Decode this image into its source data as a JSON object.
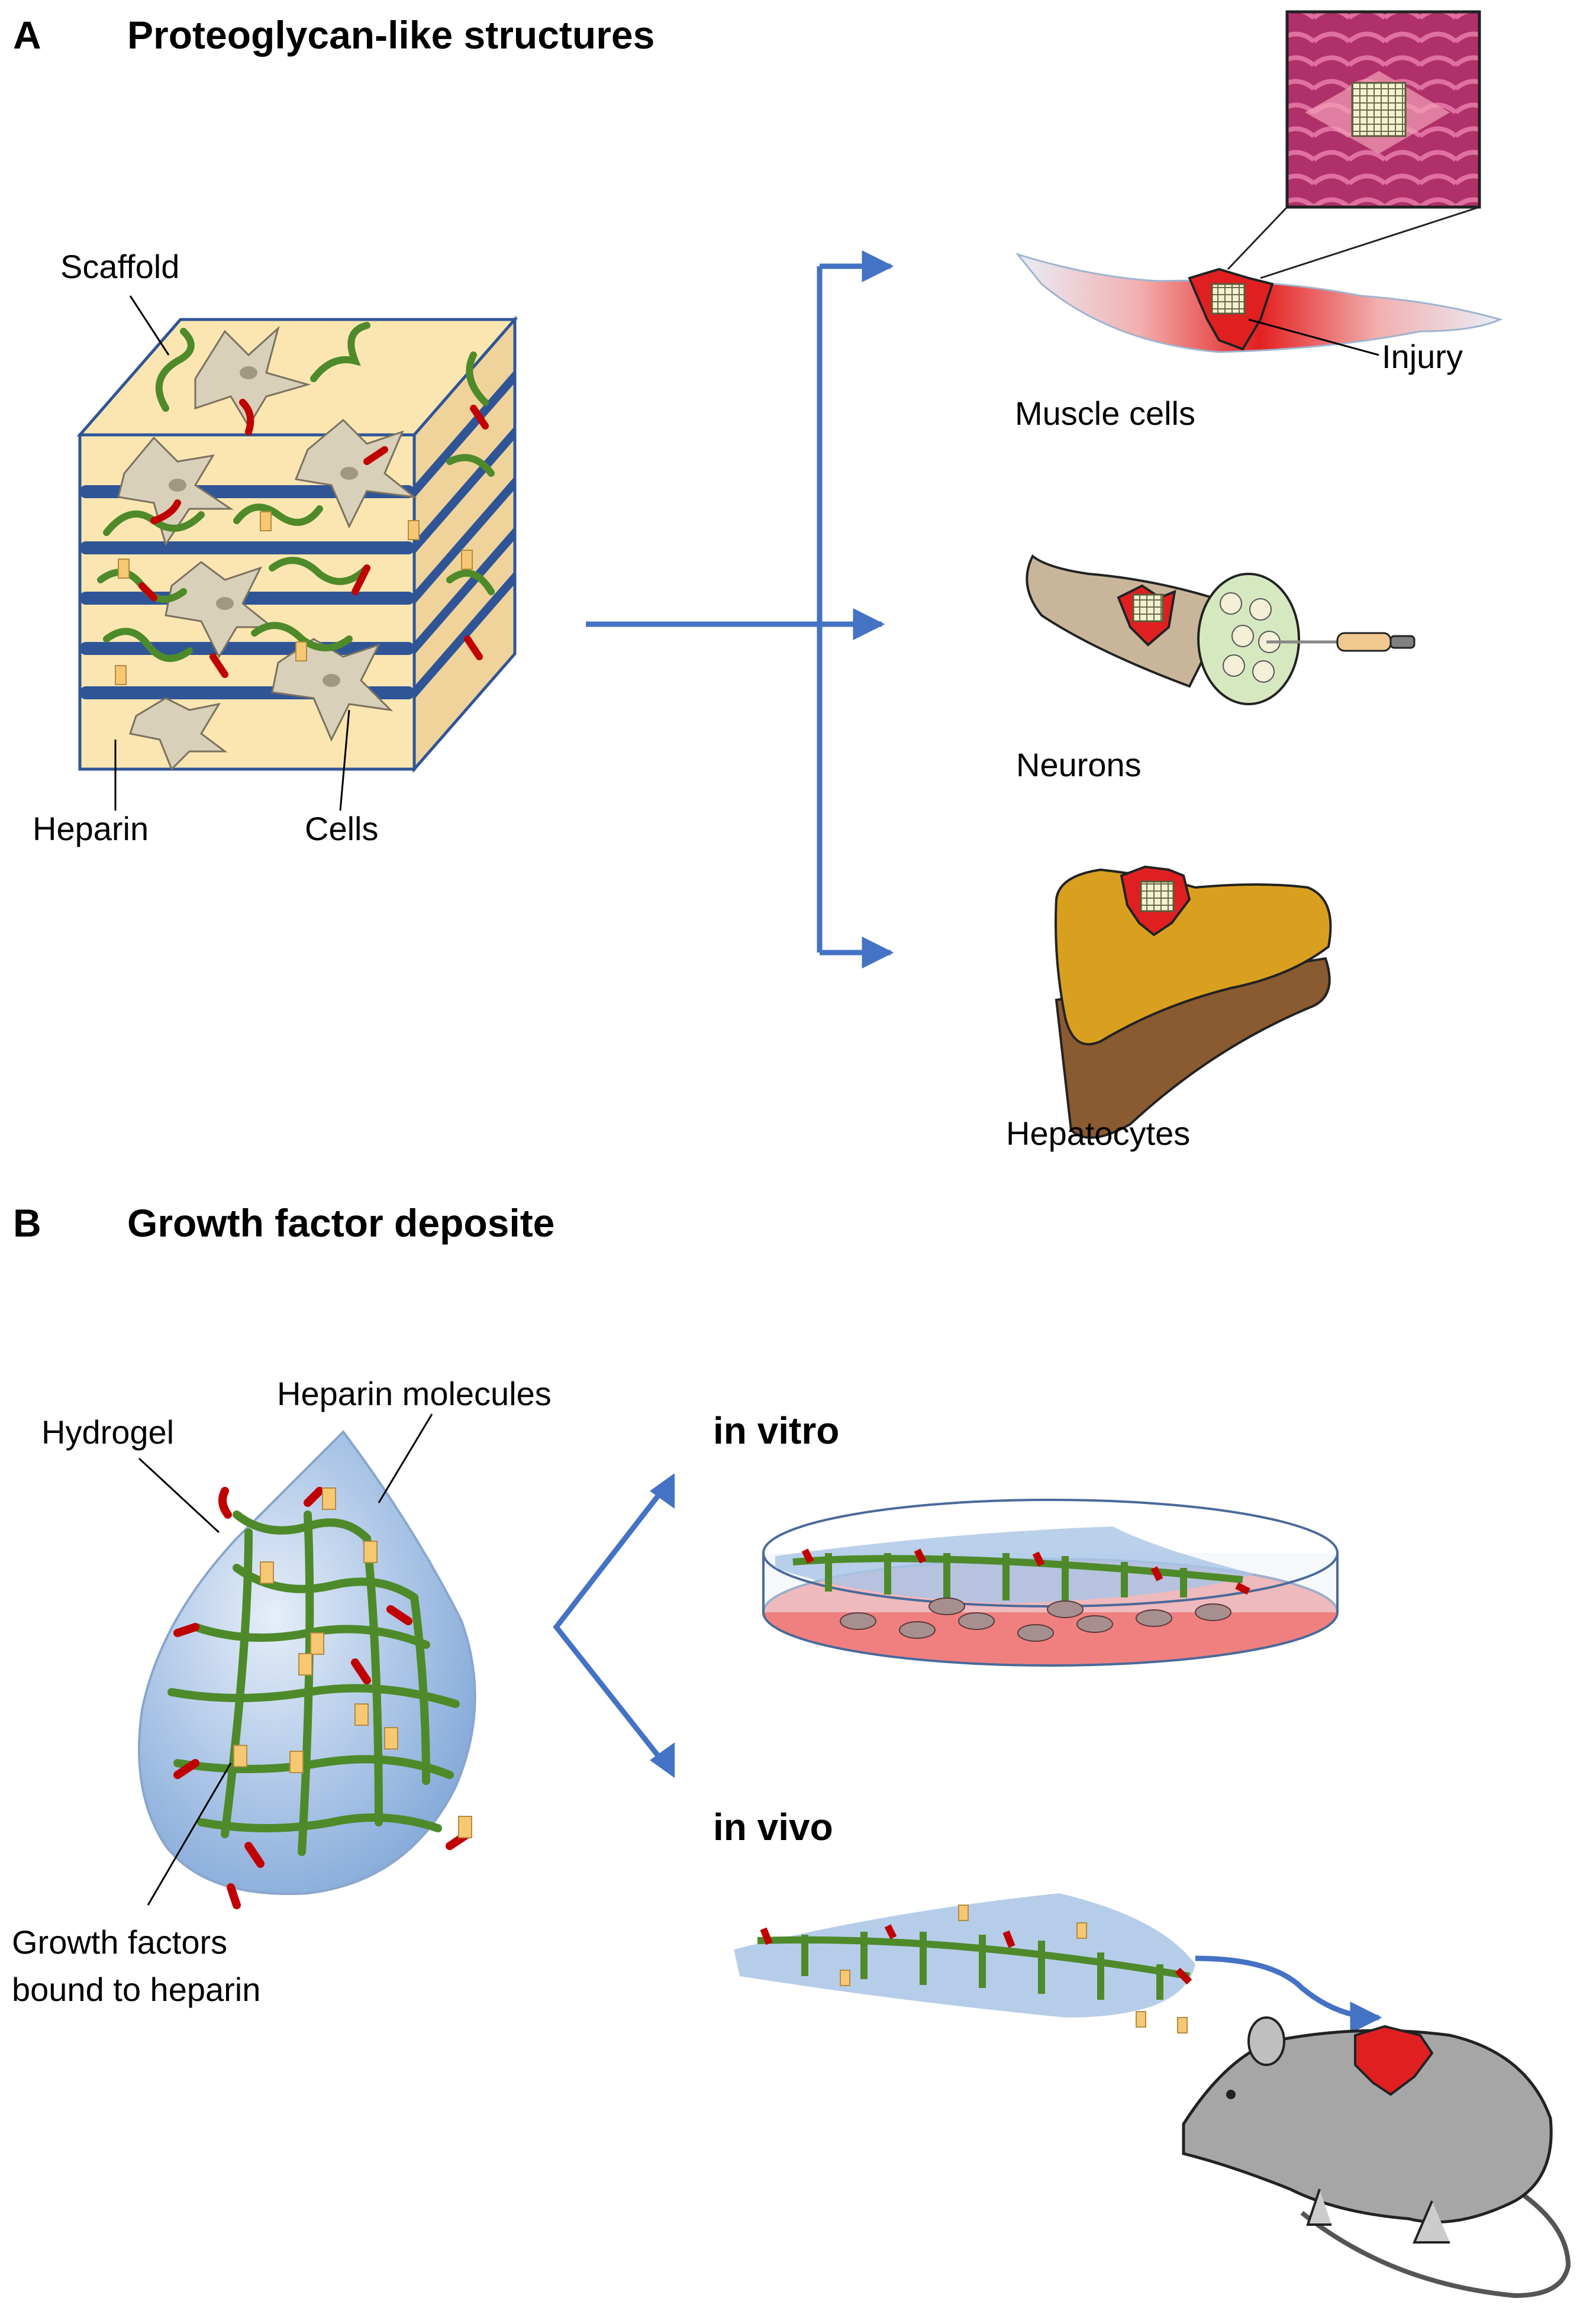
{
  "panel_a": {
    "letter": "A",
    "title": "Proteoglycan-like structures",
    "labels": {
      "scaffold": "Scaffold",
      "heparin": "Heparin",
      "cells": "Cells",
      "injury": "Injury",
      "muscle": "Muscle cells",
      "neurons": "Neurons",
      "hepatocytes": "Hepatocytes"
    }
  },
  "panel_b": {
    "letter": "B",
    "title": "Growth factor deposite",
    "labels": {
      "hydrogel": "Hydrogel",
      "heparin_molecules": "Heparin molecules",
      "gf_line1": "Growth factors",
      "gf_line2": "bound to heparin",
      "in_vitro": "in vitro",
      "in_vivo": "in vivo"
    }
  },
  "colors": {
    "arrow": "#4472c4",
    "chain_green": "#4e8a2a",
    "chain_red": "#c00000",
    "cube_face": "#fbe6b1",
    "rod_blue": "#2f5597",
    "gel_blue": "#a9c4e6",
    "injury_red": "#e02020",
    "liver": "#d9a020",
    "mouse": "#a6a6a6"
  }
}
